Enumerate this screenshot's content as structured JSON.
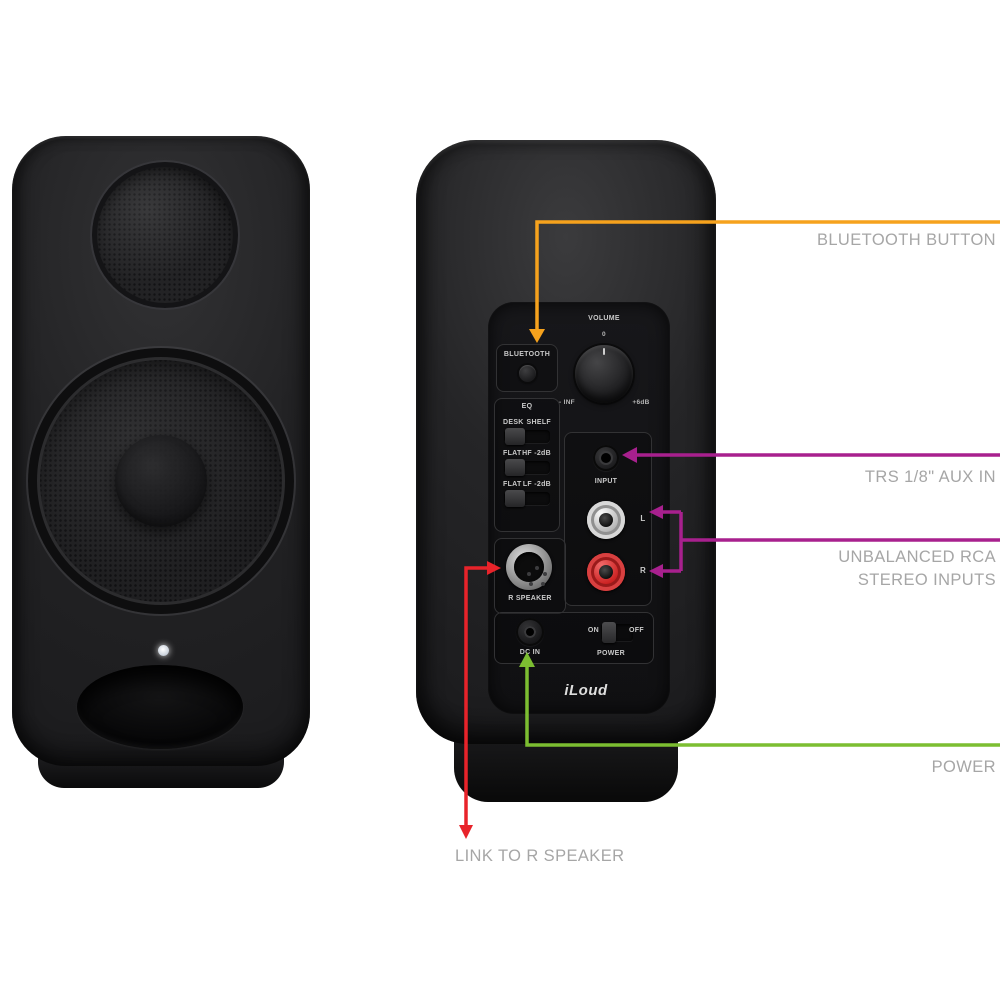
{
  "colors": {
    "orange": "#F6A21D",
    "magenta": "#A8208E",
    "green": "#7CBE31",
    "red": "#E8232A",
    "annotation_text": "#A6A6A6"
  },
  "annotations": {
    "bluetooth_button": "BLUETOOTH BUTTON",
    "aux_in": "TRS 1/8\" AUX IN",
    "rca_line1": "UNBALANCED RCA",
    "rca_line2": "STEREO INPUTS",
    "power": "POWER",
    "link_r_speaker": "LINK TO R SPEAKER"
  },
  "back_panel": {
    "bluetooth_label": "BLUETOOTH",
    "volume": {
      "label": "VOLUME",
      "zero": "0",
      "min": "- INF",
      "max": "+6dB"
    },
    "eq": {
      "label": "EQ",
      "row1_left": "DESK",
      "row1_right": "SHELF",
      "row2_left": "FLAT",
      "row2_right": "HF -2dB",
      "row3_left": "FLAT",
      "row3_right": "LF -2dB"
    },
    "input": {
      "label": "INPUT",
      "left": "L",
      "right": "R"
    },
    "r_speaker_label": "R SPEAKER",
    "power": {
      "dc_in": "DC IN",
      "on": "ON",
      "off": "OFF",
      "label": "POWER"
    },
    "brand": "iLoud"
  }
}
